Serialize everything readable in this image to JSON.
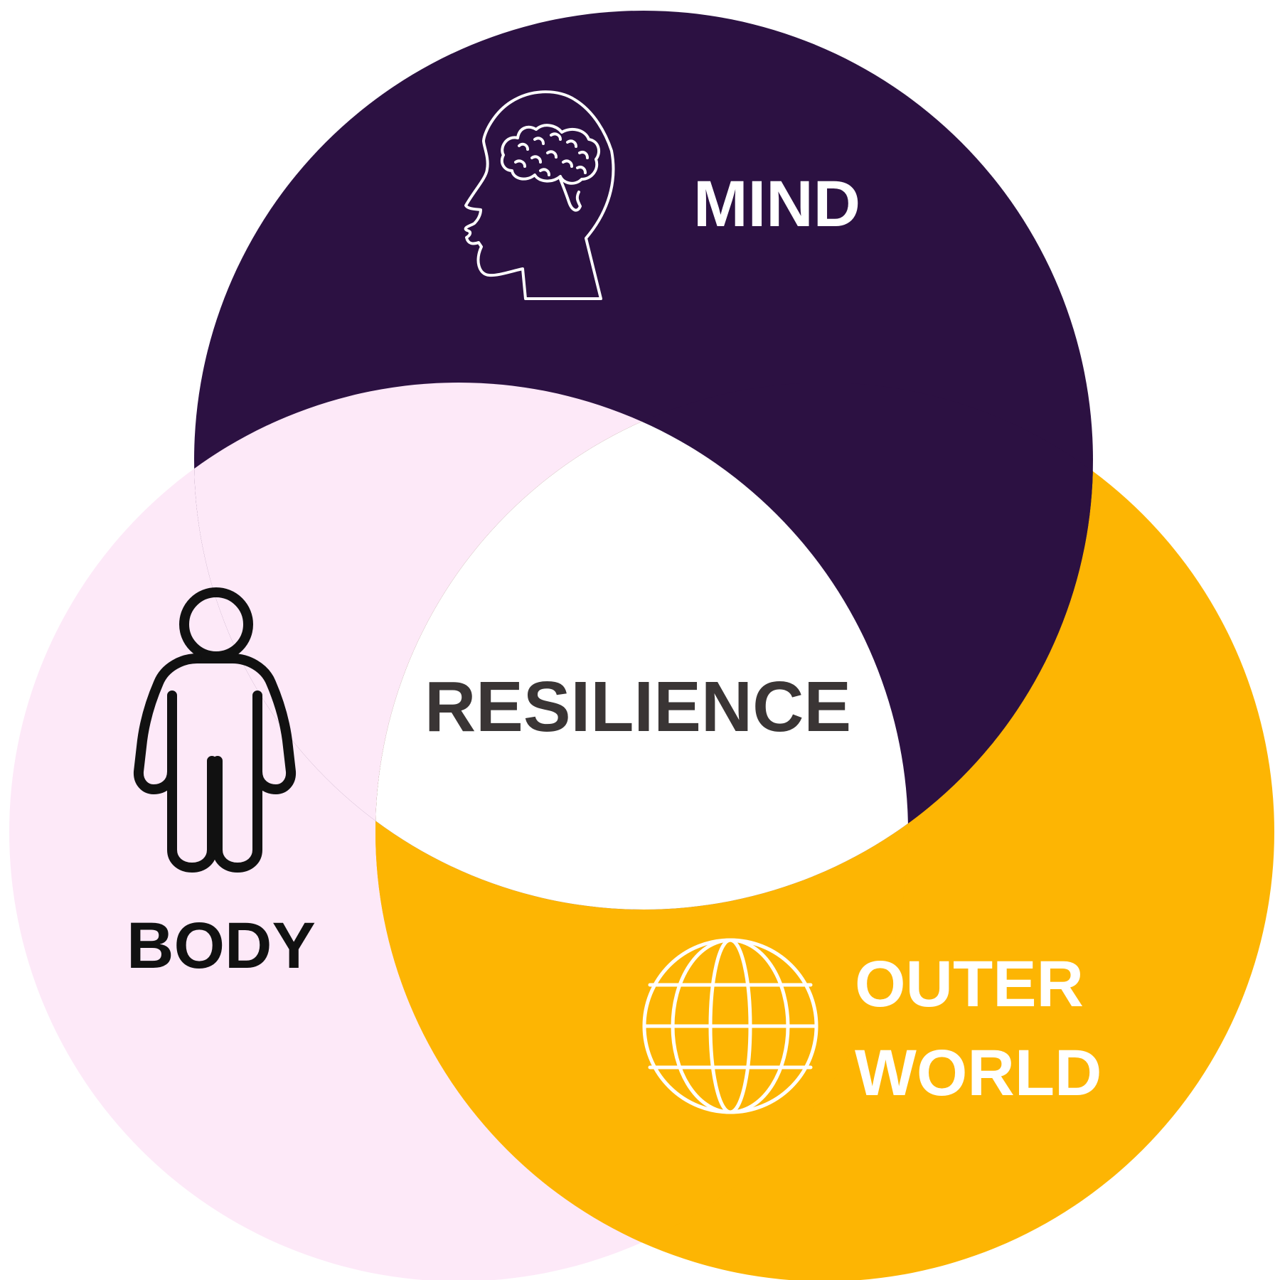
{
  "diagram": {
    "center_label": "RESILIENCE",
    "mind": {
      "label": "MIND",
      "icon": "brain-head-icon",
      "color": "#2C1142"
    },
    "body": {
      "label": "BODY",
      "icon": "person-icon",
      "color": "#FDE9F8"
    },
    "outer_world": {
      "label_line1": "OUTER",
      "label_line2": "WORLD",
      "icon": "globe-icon",
      "color": "#FDB503"
    },
    "center_color": "#FFFFFF",
    "center_text_color": "#3A3535",
    "light_text_color": "#FFFFFF",
    "dark_text_color": "#111111"
  }
}
